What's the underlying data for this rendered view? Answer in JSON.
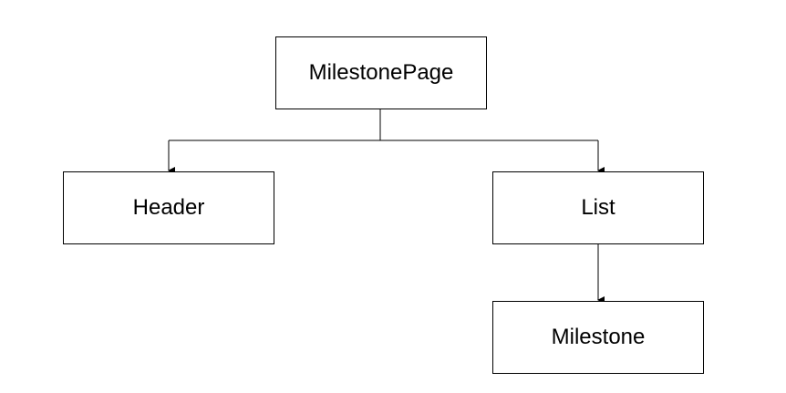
{
  "diagram": {
    "nodes": [
      {
        "id": "milestone-page",
        "label": "MilestonePage"
      },
      {
        "id": "header",
        "label": "Header"
      },
      {
        "id": "list",
        "label": "List"
      },
      {
        "id": "milestone",
        "label": "Milestone"
      }
    ],
    "edges": [
      {
        "from": "milestone-page",
        "to": "header"
      },
      {
        "from": "milestone-page",
        "to": "list"
      },
      {
        "from": "list",
        "to": "milestone"
      }
    ],
    "colors": {
      "line": "#000000",
      "border": "#000000",
      "background": "#ffffff"
    }
  }
}
